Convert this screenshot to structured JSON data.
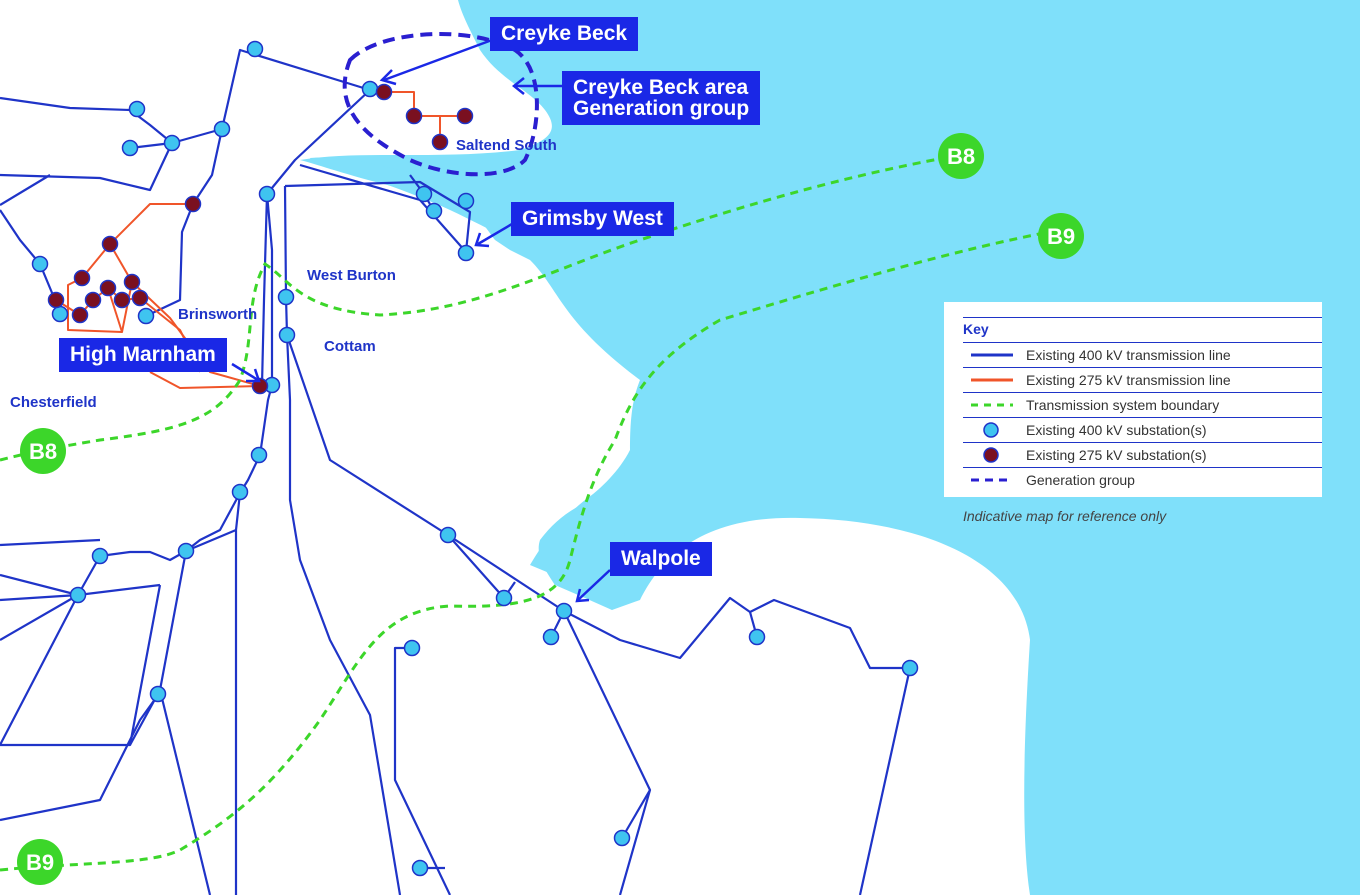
{
  "colors": {
    "sea": "#7fe0fa",
    "line_400kv": "#1f34c8",
    "line_275kv": "#f0552a",
    "substation_400kv": "#3fc4f0",
    "substation_275kv": "#7a1020",
    "boundary": "#3cd62a",
    "generation_group": "#2a1fd0",
    "callout": "#1a28e6"
  },
  "callouts": {
    "creyke_beck": "Creyke Beck",
    "creyke_beck_area_line1": "Creyke Beck area",
    "creyke_beck_area_line2": "Generation group",
    "grimsby_west": "Grimsby West",
    "high_marnham": "High Marnham",
    "walpole": "Walpole"
  },
  "places": {
    "saltend_south": "Saltend South",
    "west_burton": "West Burton",
    "brinsworth": "Brinsworth",
    "cottam": "Cottam",
    "chesterfield": "Chesterfield"
  },
  "boundaries": {
    "b8_east": "B8",
    "b8_west": "B8",
    "b9_east": "B9",
    "b9_west": "B9"
  },
  "legend": {
    "title": "Key",
    "items": [
      {
        "label": "Existing 400 kV transmission line",
        "symbol": "line-400kv"
      },
      {
        "label": "Existing 275 kV transmission line",
        "symbol": "line-275kv"
      },
      {
        "label": "Transmission system boundary",
        "symbol": "boundary-dashed"
      },
      {
        "label": "Existing 400 kV substation(s)",
        "symbol": "dot-400kv"
      },
      {
        "label": "Existing 275 kV substation(s)",
        "symbol": "dot-275kv"
      },
      {
        "label": "Generation group",
        "symbol": "generation-dashed"
      }
    ]
  },
  "note": "Indicative map for reference only"
}
